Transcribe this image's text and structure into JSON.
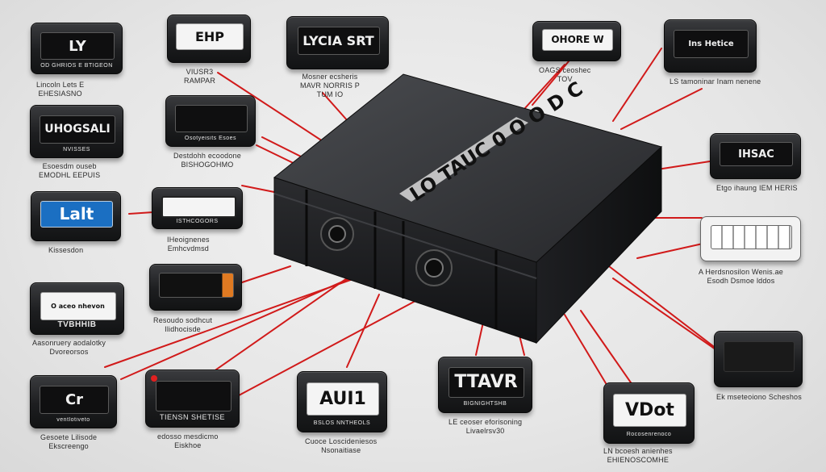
{
  "hub": {
    "label": "LO TAUC 0 O O D C",
    "colors": {
      "body": "#2a2b2e",
      "wire": "#d11a1a"
    }
  },
  "modules": [
    {
      "id": "m1",
      "face": "LY",
      "sub": "OD GHRIOS E BTIGEON",
      "caption": "Lincoln Lets E\nEHESIASNO",
      "style": "dark"
    },
    {
      "id": "m2",
      "face": "EHP",
      "sub": "",
      "caption": "VIUSR3\nRAMPAR",
      "style": "dark"
    },
    {
      "id": "m3",
      "face": "LYCIA SRT",
      "sub": "",
      "caption": "Mosner ecsheris\nMAVR NORRIS P\nTUM IO",
      "style": "dark"
    },
    {
      "id": "m4",
      "face": "OHORE W",
      "sub": "",
      "caption": "OAGS ceoshec\nTOV",
      "style": "dark"
    },
    {
      "id": "m5",
      "face": "Ins Hetice",
      "sub": "",
      "caption": "LS tamoninar Inam nenene",
      "style": "dark"
    },
    {
      "id": "m6",
      "face": "UHOGSALI",
      "sub": "NVISSES",
      "caption": "Esoesdm ouseb\nEMODHL EEPUIS",
      "style": "dark"
    },
    {
      "id": "m7",
      "face": "",
      "sub": "Osotyeisits Esoes",
      "caption": "Destdohh ecoodone\nBISHOGOHMO",
      "style": "dark"
    },
    {
      "id": "m8",
      "face": "IHSAC",
      "sub": "",
      "caption": "Etgo ihaung IEM HERIS",
      "style": "dark"
    },
    {
      "id": "m9",
      "face": "Lalt",
      "sub": "",
      "caption": "Kissesdon",
      "style": "blue"
    },
    {
      "id": "m10",
      "face": "",
      "sub": "ISTHCOGORS",
      "caption": "IHeoignenes\nEmhcvdmsd",
      "style": "lighttube"
    },
    {
      "id": "m11",
      "face": "",
      "sub": "",
      "caption": "A Herdsnosilon Wenis.ae\nEsodh Dsmoe lddos",
      "style": "lightslots"
    },
    {
      "id": "m12",
      "face": "O aceo nhevon",
      "sub": "TVBHHIB",
      "caption": "Aasonruery aodalotky\nDvoreorsos",
      "style": "dark"
    },
    {
      "id": "m13",
      "face": "",
      "sub": "",
      "caption": "Resoudo sodhcut\nIlidhocisde",
      "style": "orange"
    },
    {
      "id": "m14",
      "face": "",
      "sub": "",
      "caption": "Ek mseteoiono Scheshos",
      "style": "darkpanel"
    },
    {
      "id": "m15",
      "face": "Cr",
      "sub": "ventlotiveto",
      "caption": "Gesoete Lilisode\nEkscreengo",
      "style": "dark"
    },
    {
      "id": "m16",
      "face": "",
      "sub": "TIENSN SHETISE",
      "caption": "edosso mesdicmo\nEiskhoe",
      "style": "reddot"
    },
    {
      "id": "m17",
      "face": "AUI1",
      "sub": "BSLOS NNTHEOLS",
      "caption": "Cuoce Loscideniesos\nNsonaitiase",
      "style": "dark"
    },
    {
      "id": "m18",
      "face": "TTAVR",
      "sub": "BIGNIGHTSHB",
      "caption": "LE ceoser eforisoning\nLivaelrsv30",
      "style": "dark"
    },
    {
      "id": "m19",
      "face": "VDot",
      "sub": "Rocosenrenoco",
      "caption": "LN bcoesh anienhes\nEHIENOSCOMHE",
      "style": "dark"
    }
  ]
}
